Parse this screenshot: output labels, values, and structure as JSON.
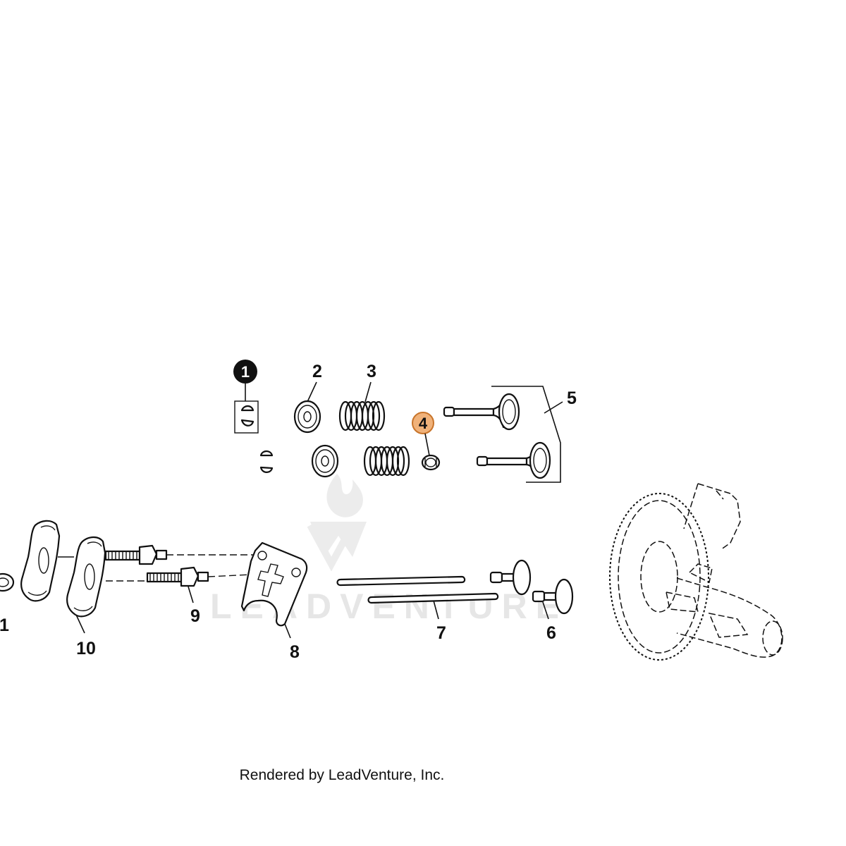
{
  "diagram": {
    "callouts": {
      "c1": "1",
      "c2": "2",
      "c3": "3",
      "c4": "4",
      "c5": "5",
      "c6": "6",
      "c7": "7",
      "c8": "8",
      "c9": "9",
      "c10": "10",
      "c11": "1"
    },
    "highlighted_callout": "4",
    "colors": {
      "line": "#111111",
      "badge_dark": "#111111",
      "badge_highlight": "#f0b27a",
      "badge_highlight_stroke": "#c8742a",
      "watermark": "#e6e6e6"
    },
    "watermark_text": "LEADVENTURE"
  },
  "footer": {
    "credit": "Rendered by LeadVenture, Inc."
  }
}
